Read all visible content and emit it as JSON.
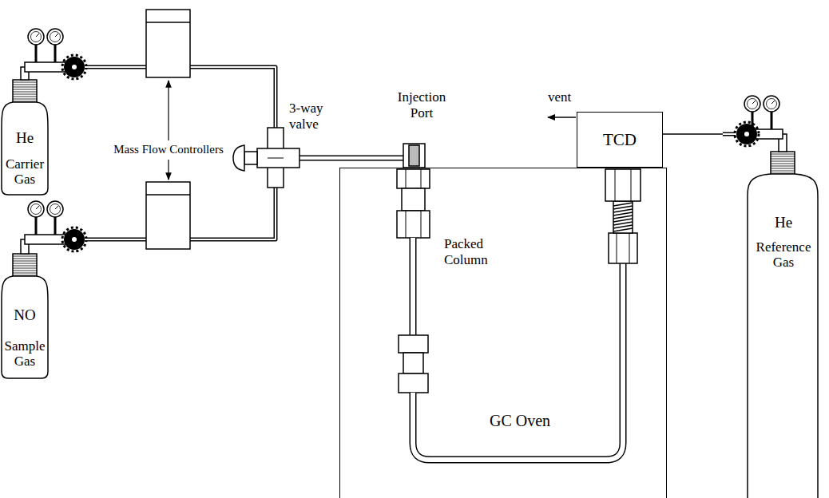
{
  "diagram": {
    "nodes": [
      {
        "text": [
          "He",
          "Carrier Gas"
        ]
      },
      {
        "text": [
          "NO",
          "Sample Gas"
        ]
      },
      {
        "text": [
          "GC Oven"
        ]
      },
      {
        "text": [
          "TCD"
        ]
      },
      {
        "text": [
          "He",
          "Reference Gas"
        ]
      }
    ],
    "edges": [
      {
        "from": 3,
        "to": 4,
        "arrow": "none"
      }
    ],
    "labels": [
      "Mass Flow Controllers",
      "3-way valve",
      "Injection Port",
      "vent",
      "Packed Column"
    ]
  }
}
